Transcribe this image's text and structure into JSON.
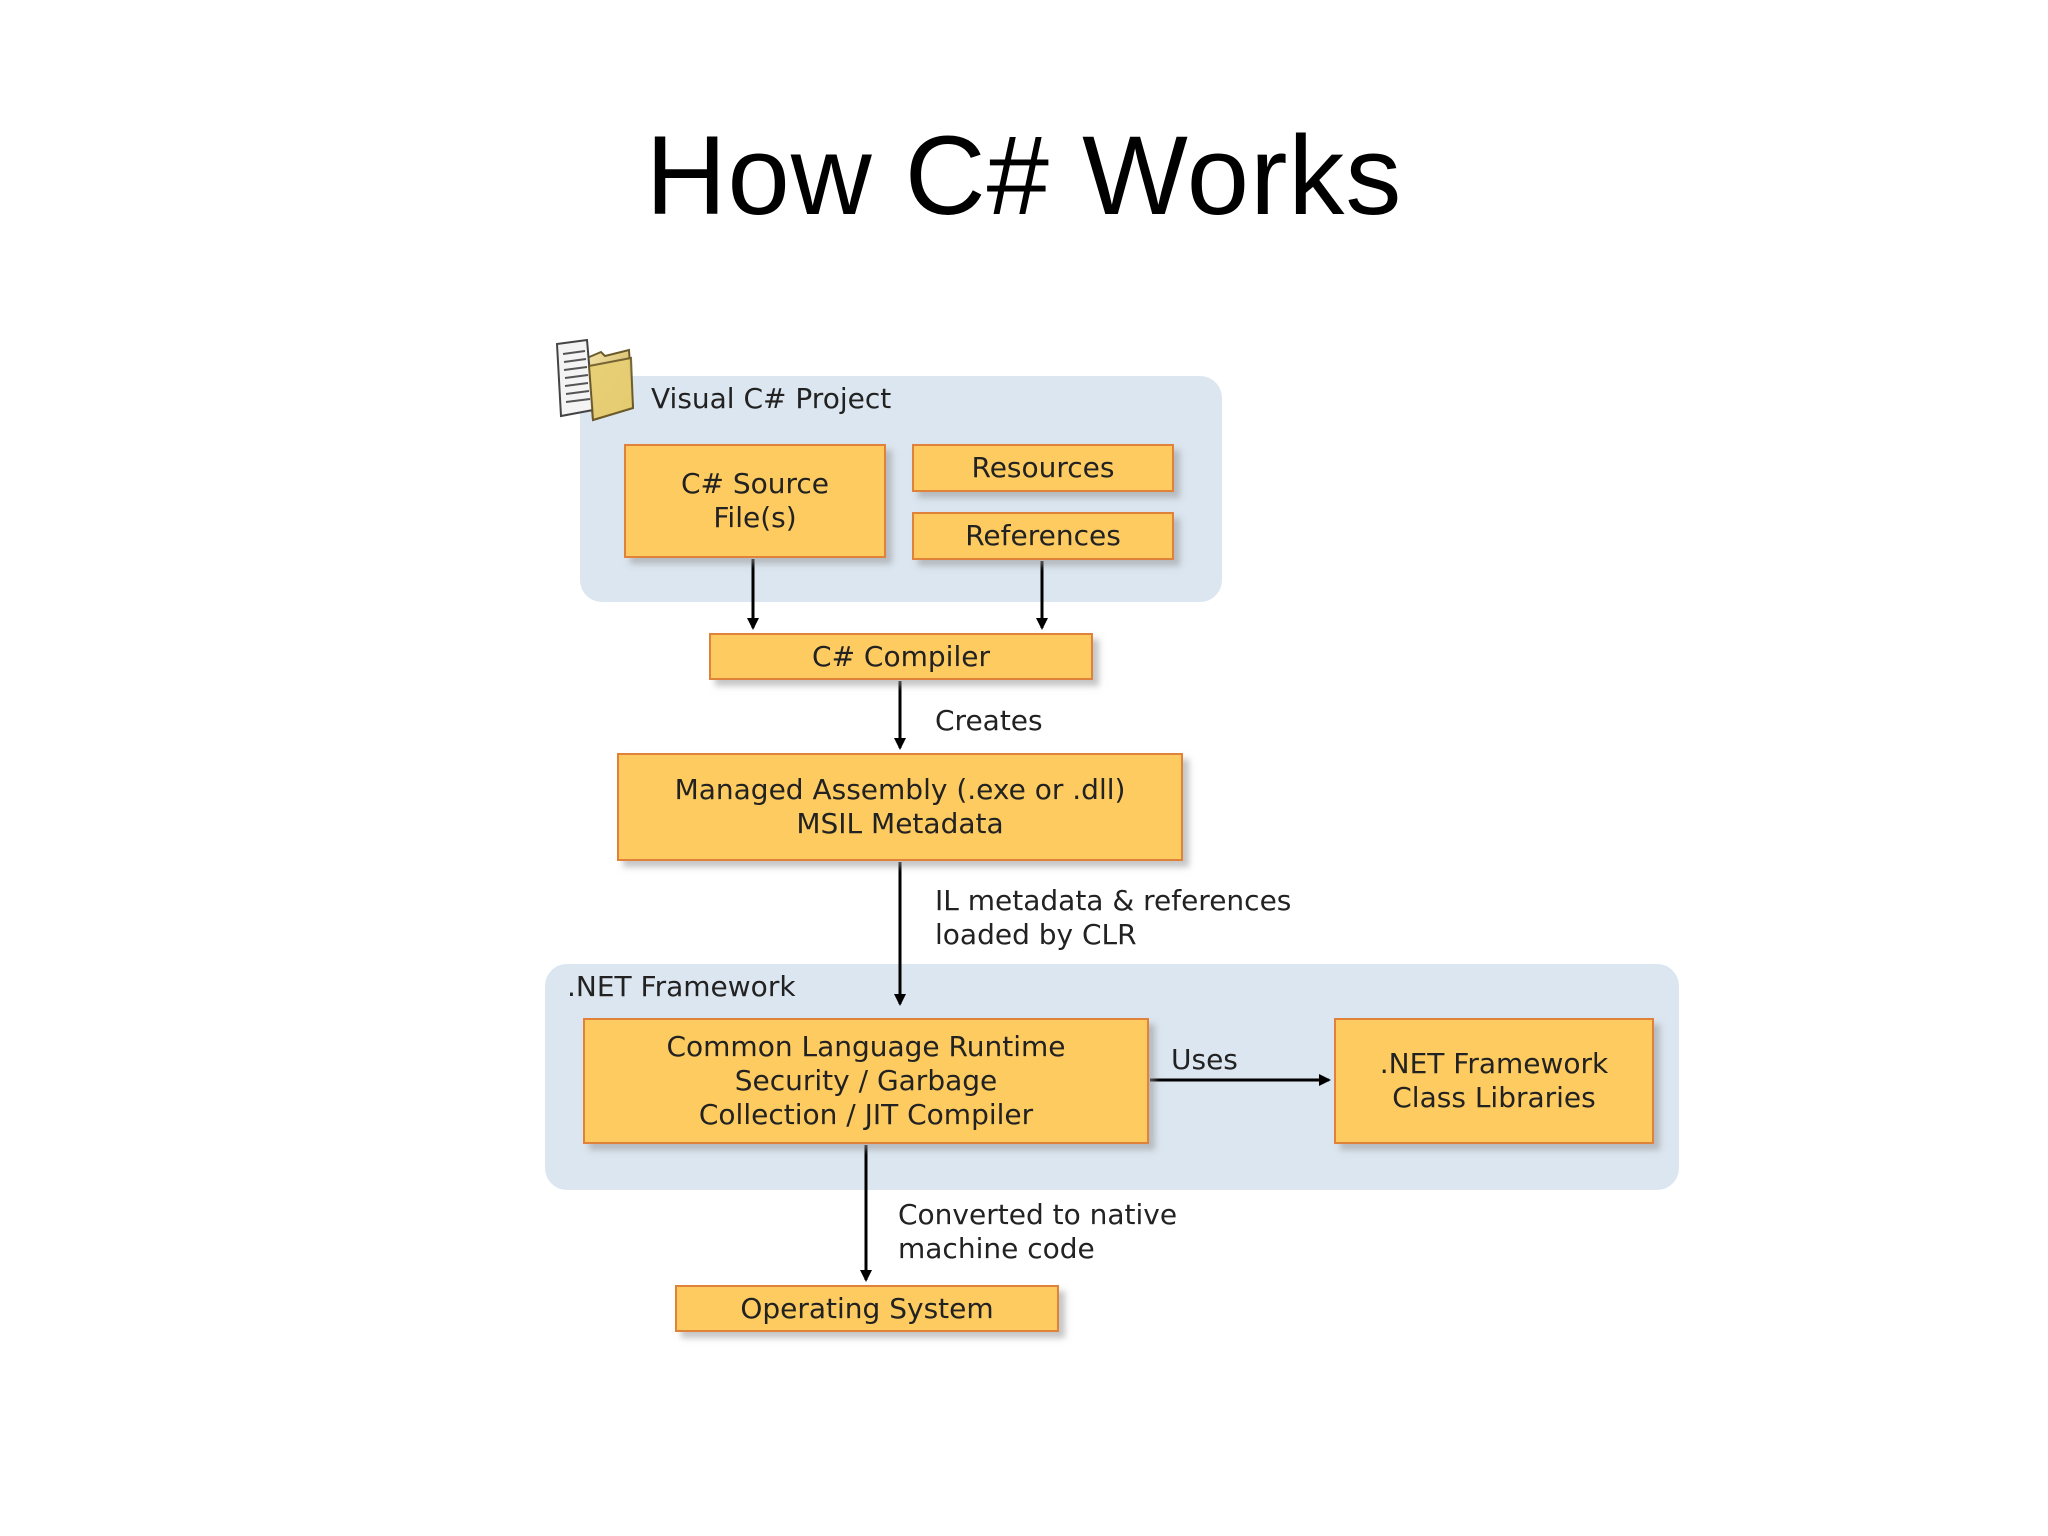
{
  "title": "How C# Works",
  "groups": {
    "project": "Visual C# Project",
    "framework": ".NET Framework"
  },
  "nodes": {
    "source": [
      "C# Source",
      "File(s)"
    ],
    "resources": "Resources",
    "references": "References",
    "compiler": "C# Compiler",
    "assembly": [
      "Managed Assembly (.exe or .dll)",
      "MSIL Metadata"
    ],
    "clr": [
      "Common Language Runtime",
      "Security / Garbage",
      "Collection / JIT Compiler"
    ],
    "libraries": [
      ".NET Framework",
      "Class Libraries"
    ],
    "os": "Operating System"
  },
  "edges": {
    "creates": "Creates",
    "il": [
      "IL metadata & references",
      "loaded by CLR"
    ],
    "uses": "Uses",
    "converted": [
      "Converted to native",
      "machine code"
    ]
  },
  "colors": {
    "box_fill": "#fdcb5f",
    "box_border": "#e0823a",
    "panel_fill": "#dce6f0",
    "arrow": "#000000"
  },
  "icons": {
    "project": "document-folder-icon"
  }
}
